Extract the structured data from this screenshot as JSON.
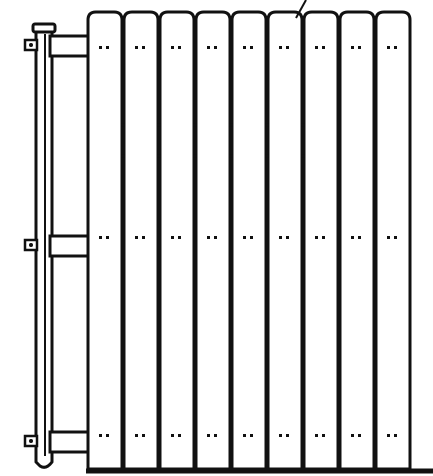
{
  "figure": {
    "subject": "wooden-gate-line-drawing",
    "colors": {
      "stroke": "#111111",
      "fill": "#ffffff"
    },
    "boards": {
      "count": 9
    },
    "hinges": {
      "count": 3
    },
    "nail_rows": {
      "count": 3,
      "nails_per_board_per_row": 2
    }
  }
}
